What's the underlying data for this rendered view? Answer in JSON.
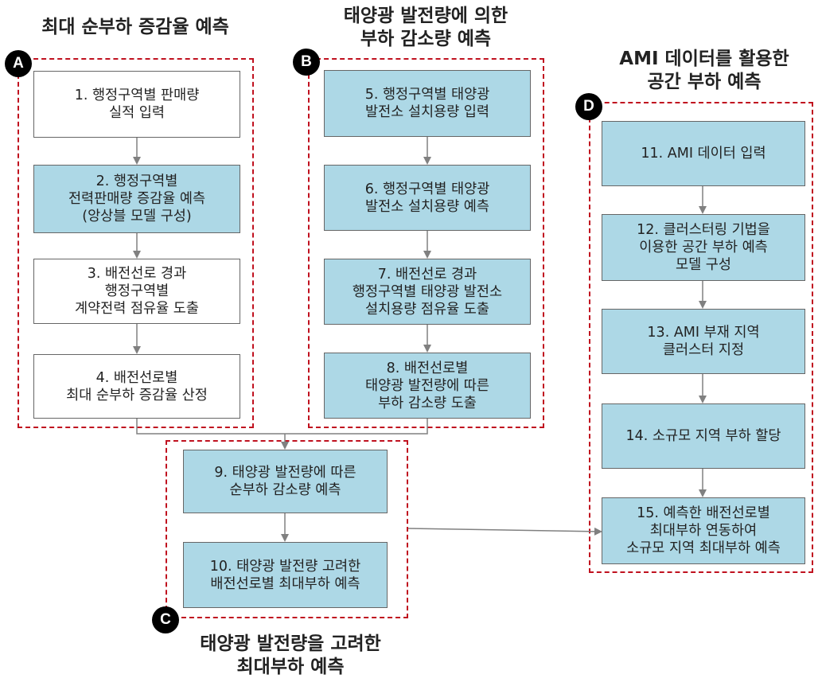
{
  "sections": {
    "A": {
      "badge": "A",
      "title": "최대 순부하 증감율 예측"
    },
    "B": {
      "badge": "B",
      "title": "태양광 발전량에 의한\n부하 감소량 예측"
    },
    "C": {
      "badge": "C",
      "title": "태양광 발전량을 고려한\n최대부하 예측"
    },
    "D": {
      "badge": "D",
      "title": "AMI 데이터를 활용한\n공간 부하 예측"
    }
  },
  "steps": {
    "s1": "1. 행정구역별 판매량\n실적 입력",
    "s2": "2. 행정구역별\n전력판매량 증감율 예측\n(앙상블 모델 구성)",
    "s3": "3. 배전선로 경과\n행정구역별\n계약전력 점유율 도출",
    "s4": "4. 배전선로별\n최대 순부하 증감율 산정",
    "s5": "5. 행정구역별 태양광\n발전소 설치용량 입력",
    "s6": "6. 행정구역별 태양광\n발전소 설치용량 예측",
    "s7": "7. 배전선로 경과\n행정구역별 태양광 발전소\n설치용량 점유율 도출",
    "s8": "8. 배전선로별\n태양광 발전량에 따른\n부하 감소량 도출",
    "s9": "9. 태양광 발전량에 따른\n순부하 감소량 예측",
    "s10": "10. 태양광 발전량 고려한\n배전선로별 최대부하 예측",
    "s11": "11. AMI 데이터 입력",
    "s12": "12. 클러스터링 기법을\n이용한 공간 부하 예측\n모델 구성",
    "s13": "13. AMI 부재 지역\n클러스터 지정",
    "s14": "14. 소규모 지역 부하 할당",
    "s15": "15. 예측한 배전선로별\n최대부하 연동하여\n소규모 지역 최대부하 예측"
  },
  "colors": {
    "highlight_fill": "#add8e6",
    "plain_fill": "#ffffff",
    "group_border": "#c0111f",
    "arrow": "#808080"
  }
}
